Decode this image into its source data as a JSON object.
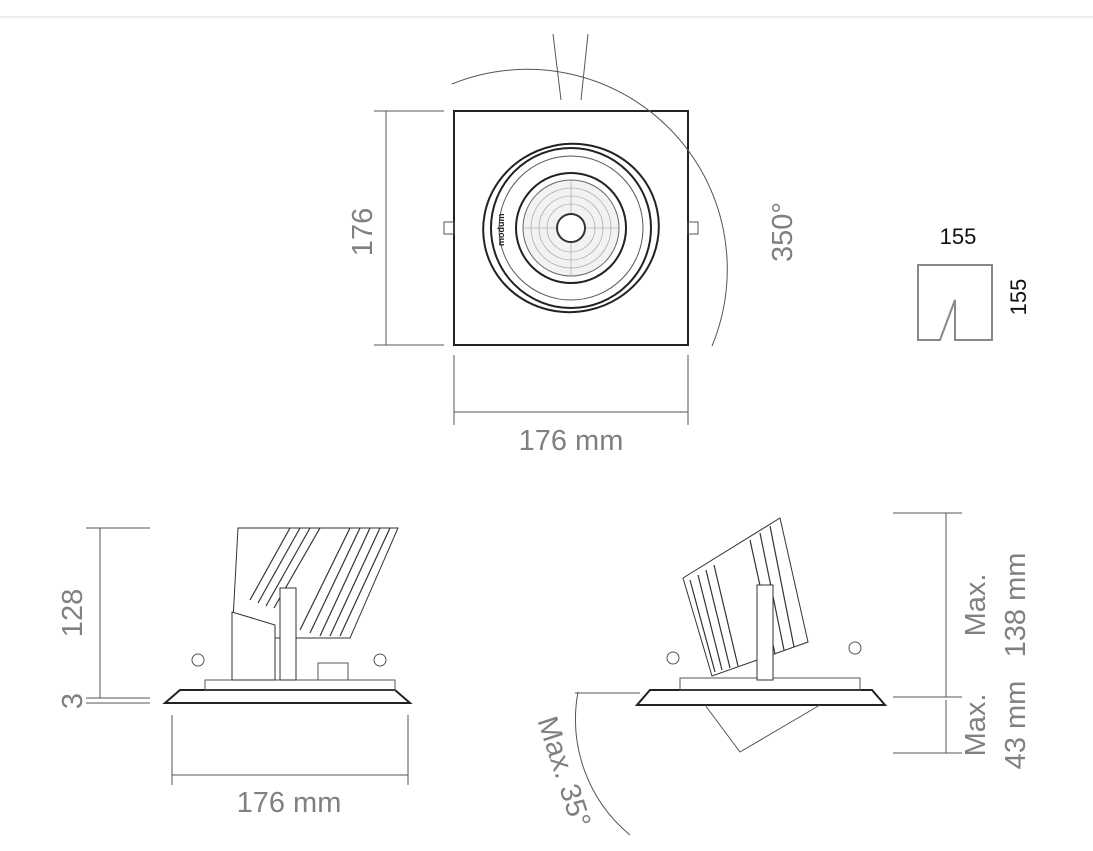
{
  "top_view": {
    "height_label": "176",
    "width_label": "176 mm",
    "rotation_label": "350°",
    "logo_text": "modum"
  },
  "cutout": {
    "width_label": "155",
    "height_label": "155"
  },
  "side_view": {
    "height_label": "128",
    "trim_label": "3",
    "width_label": "176 mm"
  },
  "tilt_view": {
    "tilt_label": "Max. 35°",
    "max_height_label_1": "Max.",
    "max_height_label_2": "138 mm",
    "max_depth_label_1": "Max.",
    "max_depth_label_2": "43 mm"
  }
}
